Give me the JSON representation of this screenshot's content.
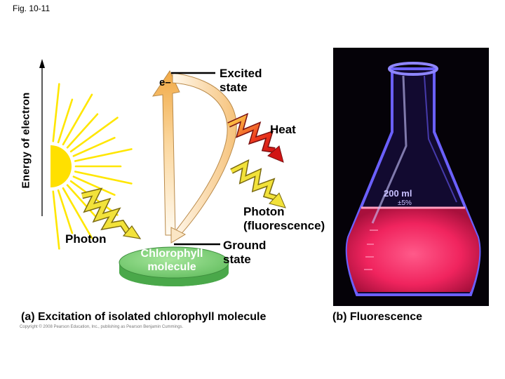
{
  "figure": {
    "label": "Fig. 10-11",
    "y_axis_label": "Energy of electron",
    "electron_label": "e–",
    "excited_state_label": "Excited\nstate",
    "heat_label": "Heat",
    "photon_in_label": "Photon",
    "photon_out_label": "Photon\n(fluorescence)",
    "ground_state_label": "Ground\nstate",
    "molecule_label": "Chlorophyll\nmolecule",
    "caption_a": "(a) Excitation of isolated chlorophyll molecule",
    "caption_b": "(b) Fluorescence",
    "copyright": "Copyright © 2008 Pearson Education, Inc., publishing as Pearson Benjamin Cummings."
  },
  "photo": {
    "flask_volume_label": "200 ml",
    "flask_tolerance_label": "±5%"
  },
  "colors": {
    "sun": "#ffe600",
    "photon_arrow": "#f2e23a",
    "heat_arrow": "#e01a1a",
    "disc_top": "#7ed47a",
    "disc_side": "#4aa84a",
    "energy_arrow_light": "#fff6dc",
    "energy_arrow_dark": "#f3b24c",
    "fluorescence": "#ff2a6a"
  }
}
